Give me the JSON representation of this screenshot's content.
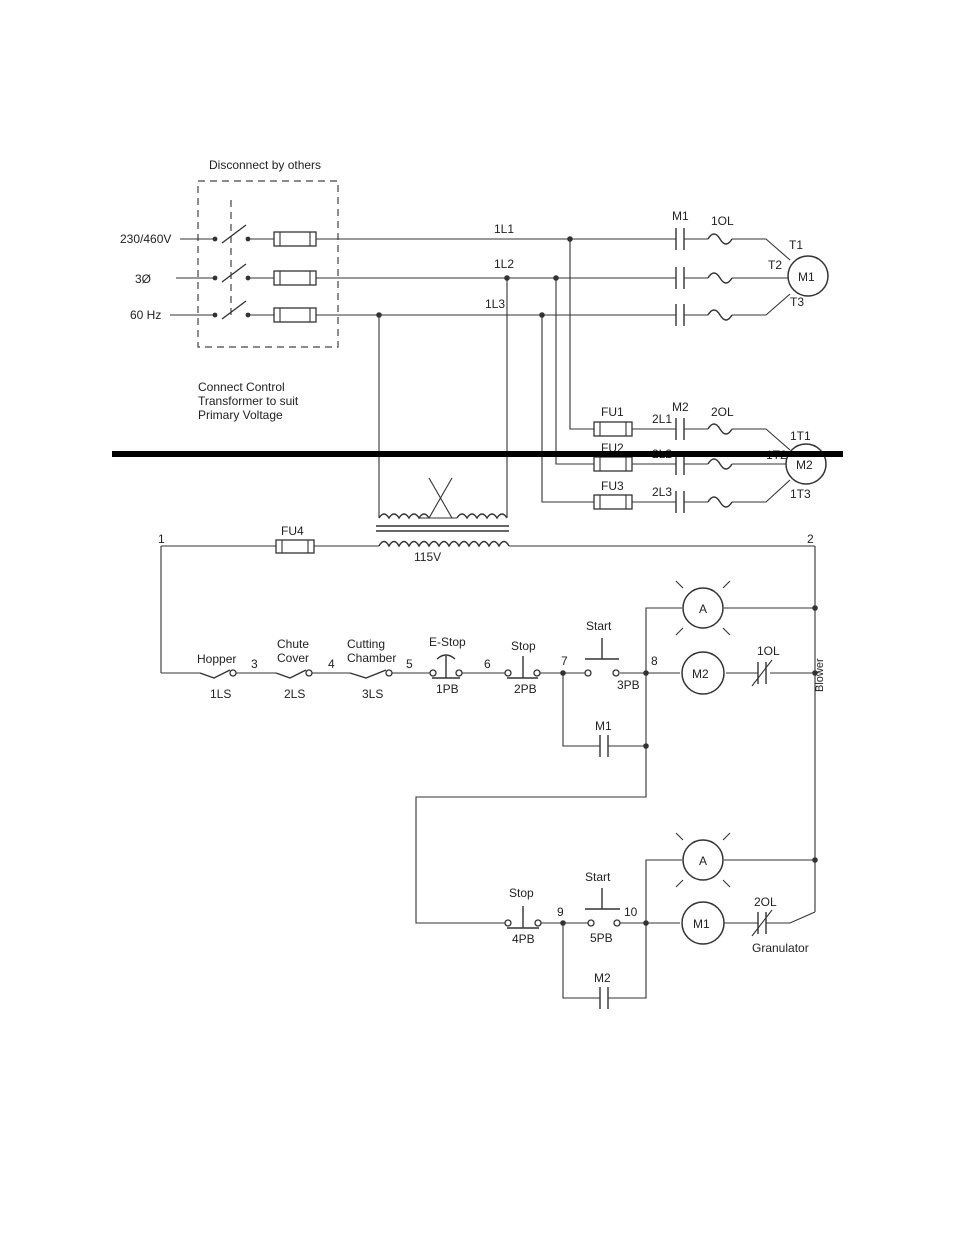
{
  "disconnect": {
    "title": "Disconnect by others"
  },
  "supply": {
    "voltage": "230/460V",
    "phase": "3Ø",
    "frequency": "60 Hz"
  },
  "lines": {
    "l1": "1L1",
    "l2": "1L2",
    "l3": "1L3"
  },
  "note": {
    "line1": "Connect Control",
    "line2": "Transformer to suit",
    "line3": "Primary Voltage"
  },
  "power": {
    "m1_contact": "M1",
    "ol1": "1OL",
    "motor1": "M1",
    "t1": "T1",
    "t2": "T2",
    "t3": "T3",
    "fu1": "FU1",
    "fu2": "FU2",
    "fu3": "FU3",
    "m2_contact": "M2",
    "l2_1": "2L1",
    "l2_2": "2L2",
    "l2_3": "2L3",
    "ol2": "2OL",
    "motor2": "M2",
    "t2_1": "1T1",
    "t2_2": "1T2",
    "t2_3": "1T3"
  },
  "control": {
    "wire1": "1",
    "wire2": "2",
    "fu4": "FU4",
    "secondary": "115V",
    "w3": "3",
    "w4": "4",
    "w5": "5",
    "w6": "6",
    "w7": "7",
    "w8": "8",
    "w9": "9",
    "w10": "10",
    "hopper": "Hopper",
    "ls1": "1LS",
    "chute1": "Chute",
    "chute2": "Cover",
    "ls2": "2LS",
    "cut1": "Cutting",
    "cut2": "Chamber",
    "ls3": "3LS",
    "estop": "E-Stop",
    "pb1": "1PB",
    "stop1": "Stop",
    "pb2": "2PB",
    "start1": "Start",
    "pb3": "3PB",
    "lamp1": "A",
    "coil_m2": "M2",
    "ol1_c": "1OL",
    "blower": "Blower",
    "m1_seal": "M1",
    "lamp2": "A",
    "stop2": "Stop",
    "pb4": "4PB",
    "start2": "Start",
    "pb5": "5PB",
    "coil_m1": "M1",
    "ol2_c": "2OL",
    "granulator": "Granulator",
    "m2_seal": "M2"
  }
}
